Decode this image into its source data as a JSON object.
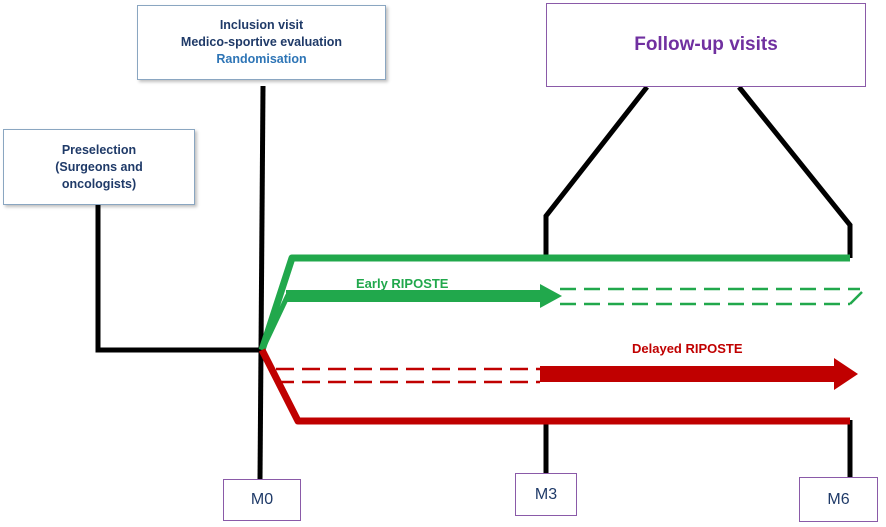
{
  "inclusion_box": {
    "line1": "Inclusion visit",
    "line2": "Medico-sportive evaluation",
    "line3": "Randomisation"
  },
  "preselection_box": {
    "line1": "Preselection",
    "line2": "(Surgeons and",
    "line3": "oncologists)"
  },
  "followup_box": {
    "label": "Follow-up visits"
  },
  "arms": {
    "early": {
      "label": "Early RIPOSTE",
      "color": "#21a84c"
    },
    "delayed": {
      "label": "Delayed RIPOSTE",
      "color": "#c00000"
    }
  },
  "timepoints": {
    "m0": "M0",
    "m3": "M3",
    "m6": "M6"
  },
  "colors": {
    "connector": "#000000",
    "blue_text": "#1f3a68",
    "purple_text": "#7030a0"
  }
}
